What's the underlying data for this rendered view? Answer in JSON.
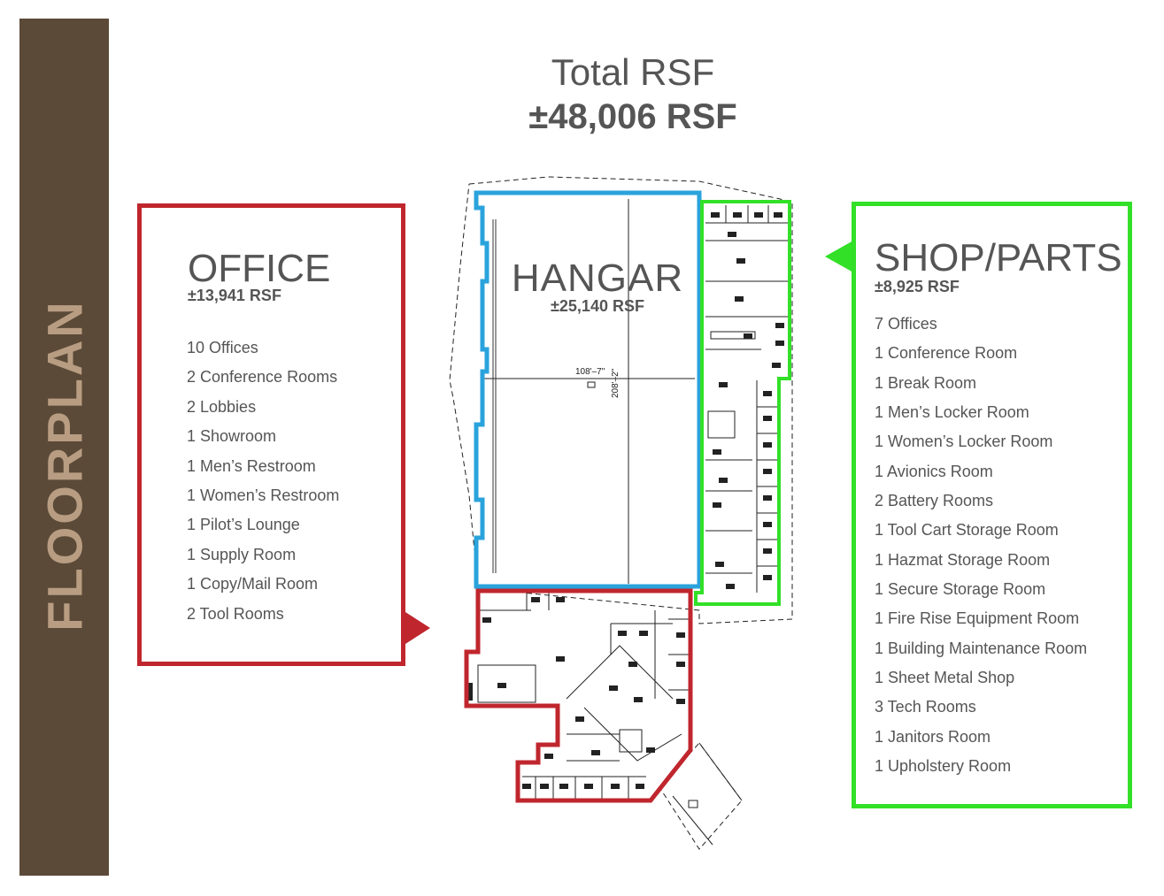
{
  "sidebar": {
    "label": "FLOORPLAN"
  },
  "total": {
    "label": "Total RSF",
    "value": "±48,006 RSF"
  },
  "hangar": {
    "title": "HANGAR",
    "rsf": "±25,140 RSF",
    "width_dim": "108'–7\"",
    "height_dim": "208'–2\""
  },
  "office": {
    "title": "OFFICE",
    "rsf": "±13,941 RSF",
    "items": [
      "10 Offices",
      "2 Conference Rooms",
      "2 Lobbies",
      "1 Showroom",
      "1 Men’s Restroom",
      "1 Women’s Restroom",
      "1 Pilot’s Lounge",
      "1 Supply Room",
      "1 Copy/Mail Room",
      "2 Tool Rooms"
    ]
  },
  "shop": {
    "title": "SHOP/PARTS",
    "rsf": "±8,925 RSF",
    "items": [
      "7 Offices",
      "1 Conference Room",
      "1 Break Room",
      "1 Men’s Locker Room",
      "1 Women’s Locker Room",
      "1 Avionics Room",
      "2 Battery Rooms",
      "1 Tool Cart Storage Room",
      "1 Hazmat Storage Room",
      "1 Secure Storage Room",
      "1 Fire Rise Equipment Room",
      "1 Building Maintenance Room",
      "1 Sheet Metal Shop",
      "3 Tech Rooms",
      "1 Janitors Room",
      "1 Upholstery Room"
    ]
  },
  "colors": {
    "sidebar": "#5b4a38",
    "sidebar_text": "#b89d82",
    "office": "#c0262d",
    "hangar": "#2aa3dc",
    "shop": "#32e028"
  }
}
